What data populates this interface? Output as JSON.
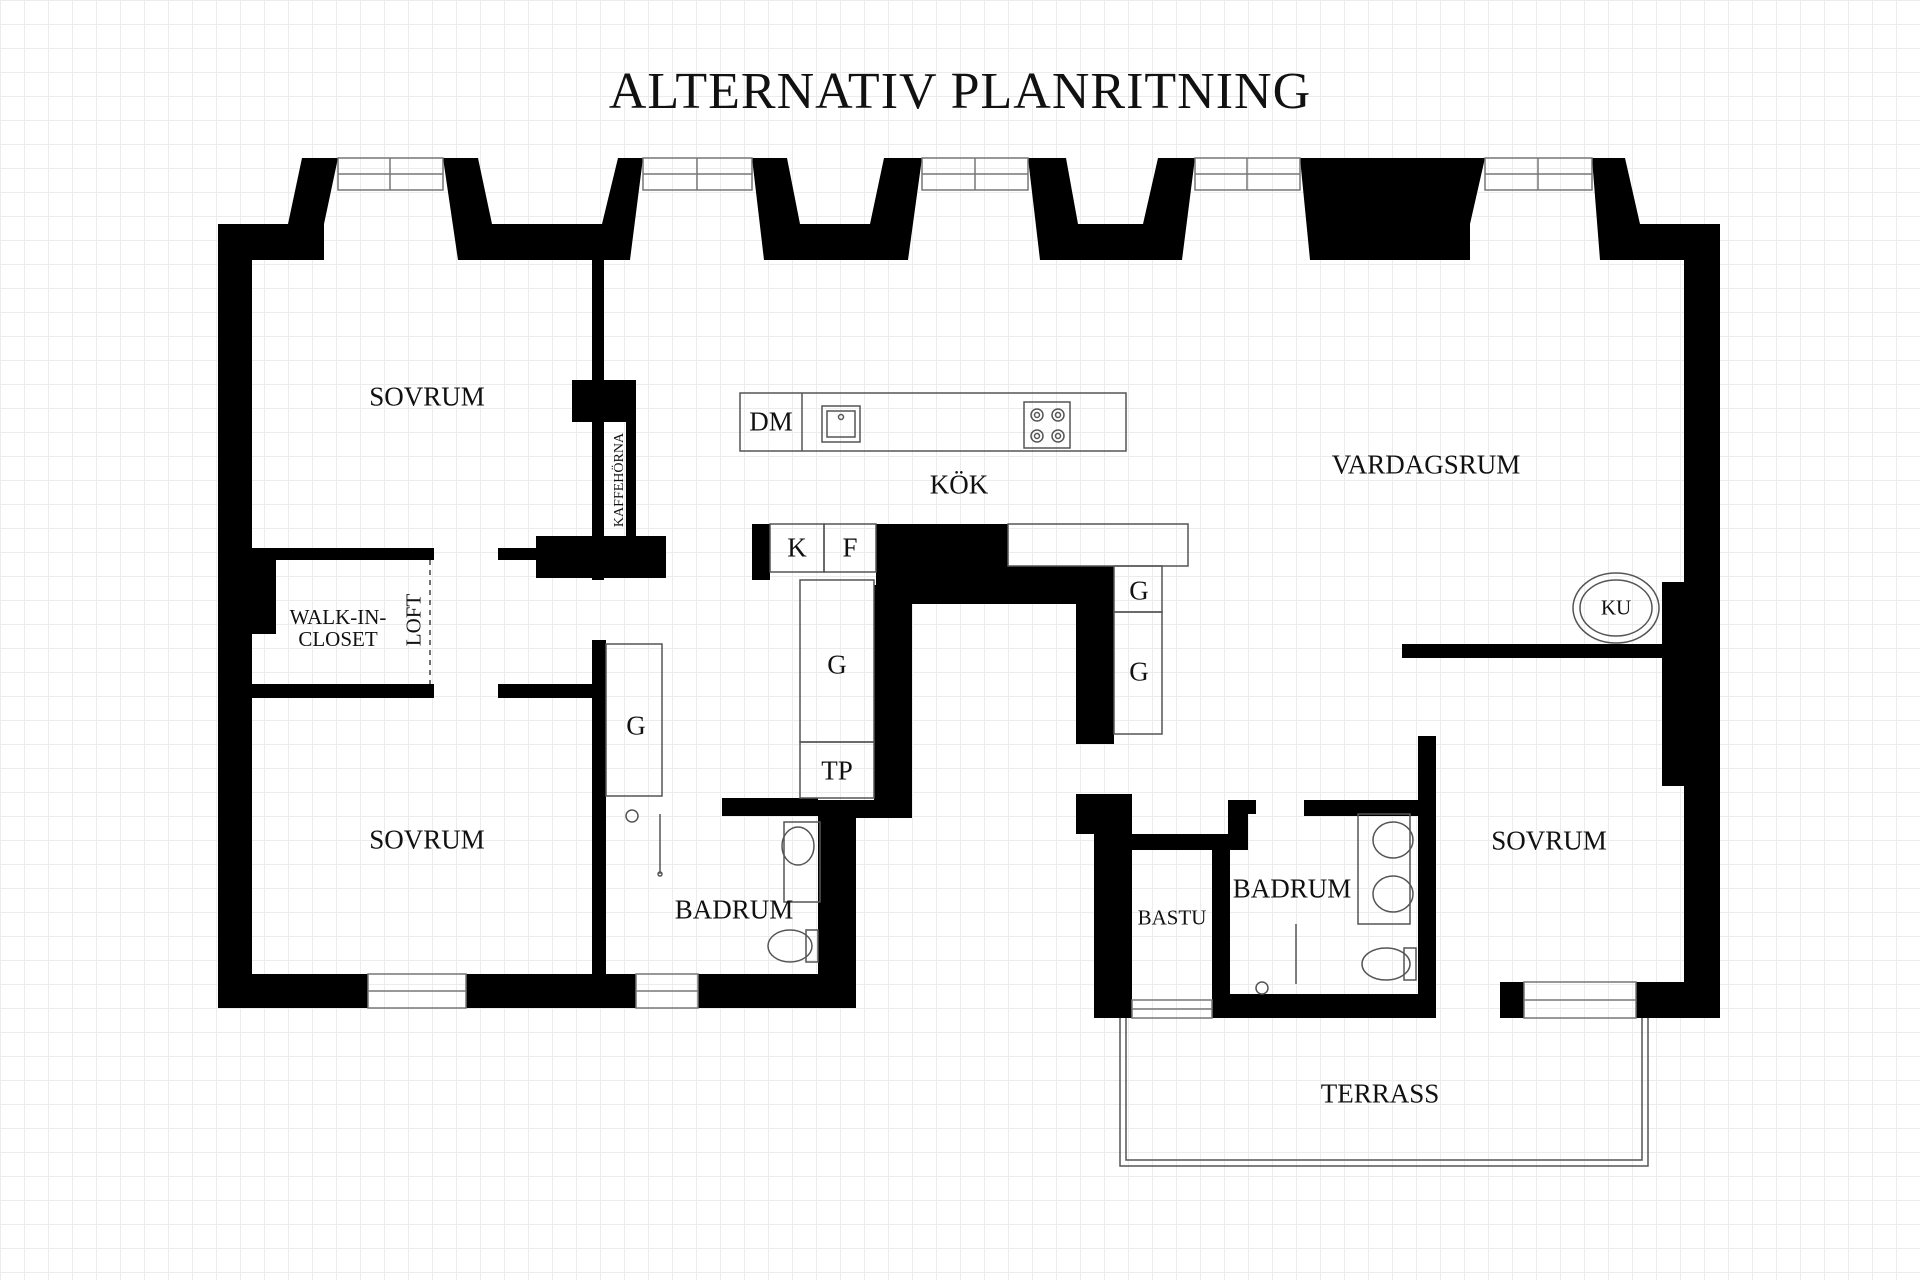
{
  "title": "ALTERNATIV PLANRITNING",
  "rooms": {
    "sovrum_top": "SOVRUM",
    "sovrum_bottom_left": "SOVRUM",
    "sovrum_right": "SOVRUM",
    "kok": "KÖK",
    "vardagsrum": "VARDAGSRUM",
    "walk_in_line1": "WALK-IN-",
    "walk_in_line2": "CLOSET",
    "loft": "LOFT",
    "kaffehorna": "KAFFEHÖRNA",
    "badrum_left": "BADRUM",
    "badrum_right": "BADRUM",
    "bastu": "BASTU",
    "terrass": "TERRASS"
  },
  "fixtures": {
    "dm": "DM",
    "k": "K",
    "f": "F",
    "g_kitchen": "G",
    "tp": "TP",
    "g_island_top": "G",
    "g_island_bottom": "G",
    "g_hall": "G",
    "ku": "KU"
  },
  "colors": {
    "wall": "#000000",
    "line": "#555555",
    "grid": "#ececec"
  }
}
